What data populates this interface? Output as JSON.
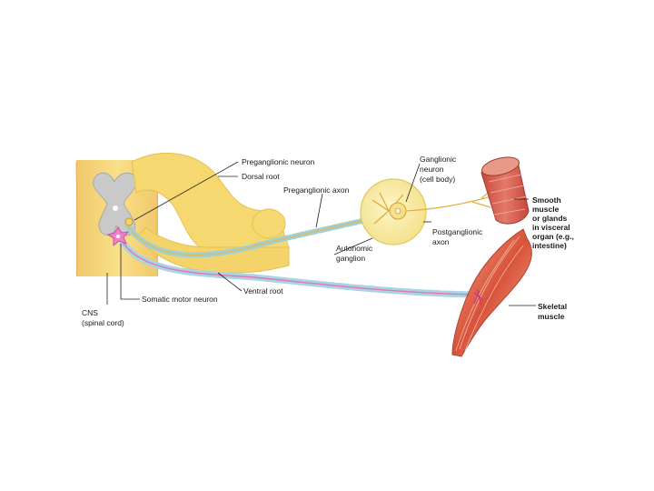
{
  "labels": {
    "preganglionic_neuron": "Preganglionic neuron",
    "dorsal_root": "Dorsal root",
    "preganglionic_axon": "Preganglionic axon",
    "ganglionic_neuron": [
      "Ganglionic",
      "neuron",
      "(cell body)"
    ],
    "smooth_muscle": [
      "Smooth",
      "muscle",
      "or glands",
      "in visceral",
      "organ (e.g.,",
      "intestine)"
    ],
    "postganglionic_axon": [
      "Postganglionic",
      "axon"
    ],
    "autonomic_ganglion": [
      "Autonomic",
      "ganglion"
    ],
    "ventral_root": "Ventral root",
    "somatic_motor_neuron": "Somatic motor neuron",
    "skeletal_muscle": [
      "Skeletal",
      "muscle"
    ],
    "cns": [
      "CNS",
      "(spinal cord)"
    ]
  }
}
